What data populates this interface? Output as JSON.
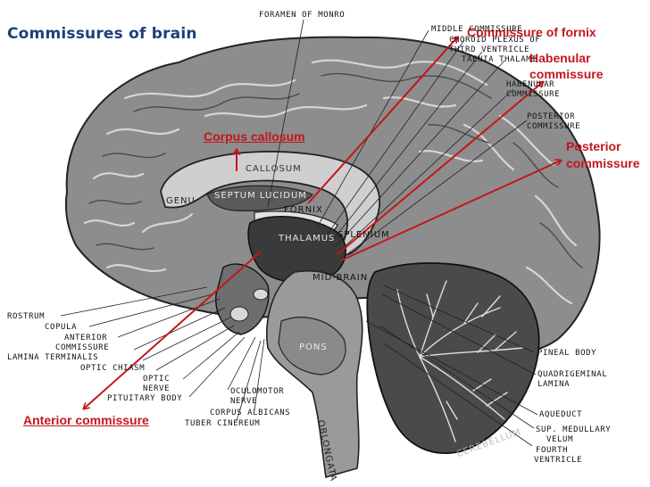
{
  "title": "Commissures of brain",
  "colors": {
    "title": "#1f3f7a",
    "annotation": "#c4161c",
    "brain_gray": "#8d8d8d",
    "dark_core": "#3a3a3a"
  },
  "annotations": {
    "commissure_fornix": "Commissure of fornix",
    "habenular_1": "Habenular",
    "habenular_2": "commissure",
    "corpus_callosum": "Corpus callosum",
    "posterior_1": "Posterior",
    "posterior_2": "commissure",
    "anterior": "Anterior commissure"
  },
  "labels": {
    "foramen": "FORAMEN OF MONRO",
    "middle_comm": "MIDDLE COMMISSURE",
    "choroid_1": "CHOROID PLEXUS OF",
    "choroid_2": "THIRD VENTRICLE",
    "taenia": "TAENIA THALAMI",
    "hab_1": "HABENULAR",
    "hab_2": "COMMISSURE",
    "post_1": "POSTERIOR",
    "post_2": "COMMISSURE",
    "rostrum": "ROSTRUM",
    "copula": "COPULA",
    "anterior_1": "ANTERIOR",
    "anterior_2": "COMMISSURE",
    "lamina_term": "LAMINA TERMINALIS",
    "optic_chiasm": "OPTIC CHIASM",
    "optic_1": "OPTIC",
    "optic_2": "NERVE",
    "pituitary": "PITUITARY BODY",
    "oculomotor_1": "OCULOMOTOR",
    "oculomotor_2": "NERVE",
    "albicans": "CORPUS ALBICANS",
    "tuber": "TUBER CINEREUM",
    "pineal": "PINEAL BODY",
    "quad_1": "QUADRIGEMINAL",
    "quad_2": "LAMINA",
    "aqueduct": "AQUEDUCT",
    "velum_1": "SUP. MEDULLARY",
    "velum_2": "VELUM",
    "fourth_1": "FOURTH",
    "fourth_2": "VENTRICLE"
  },
  "inner_labels": {
    "callosum": "CALLOSUM",
    "genu": "GENU",
    "septum": "SEPTUM LUCIDUM",
    "fornix": "FORNIX",
    "thalamus": "THALAMUS",
    "splenium": "SPLENIUM",
    "midbrain": "MID-BRAIN",
    "pons": "PONS",
    "oblongata": "OBLONGATA",
    "cerebellum": "CEREBELLUM"
  }
}
